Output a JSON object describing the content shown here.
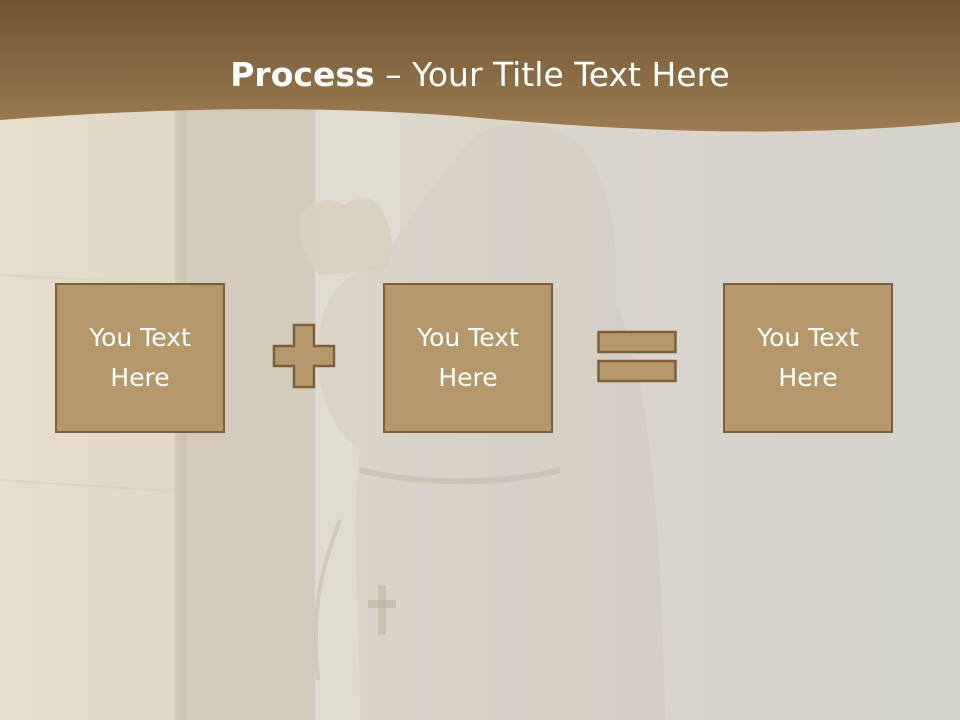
{
  "slide": {
    "title_bold": "Process",
    "title_rest": " – Your Title Text Here",
    "boxes": [
      {
        "text": "You Text Here"
      },
      {
        "text": "You Text Here"
      },
      {
        "text": "You Text Here"
      }
    ],
    "operators": [
      "plus-icon",
      "equals-icon"
    ],
    "background": "faded sepia photograph: praying monk in hooded robe with rope belt and cross beside a stone wall",
    "colors": {
      "header_band": "#8c6d46",
      "box_fill": "#b4976a",
      "box_border": "#7a6040",
      "text": "#ffffff",
      "background": "#d3cfc7"
    }
  }
}
